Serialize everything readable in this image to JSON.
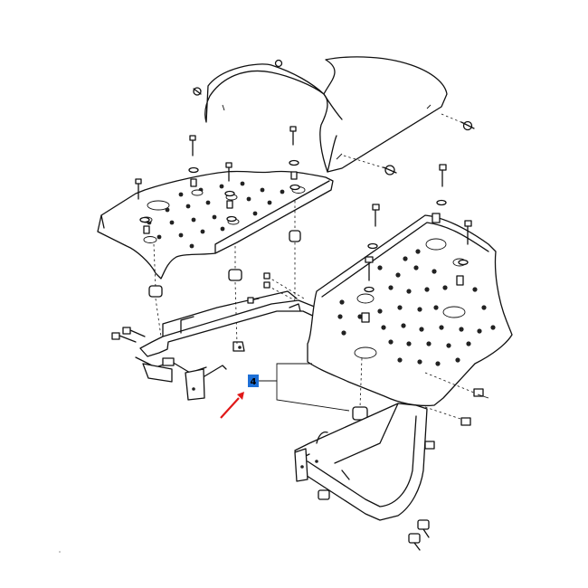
{
  "diagram": {
    "callout": {
      "number": "4",
      "box_color": "#1d6fd6"
    },
    "pointer": {
      "icon": "red-arrow-icon",
      "color": "#e01818"
    },
    "parts": [
      "top-cover",
      "left-platform-plate",
      "right-platform-plate",
      "left-support-frame",
      "right-support-frame",
      "isolator-mounts",
      "bolts",
      "washers"
    ]
  }
}
